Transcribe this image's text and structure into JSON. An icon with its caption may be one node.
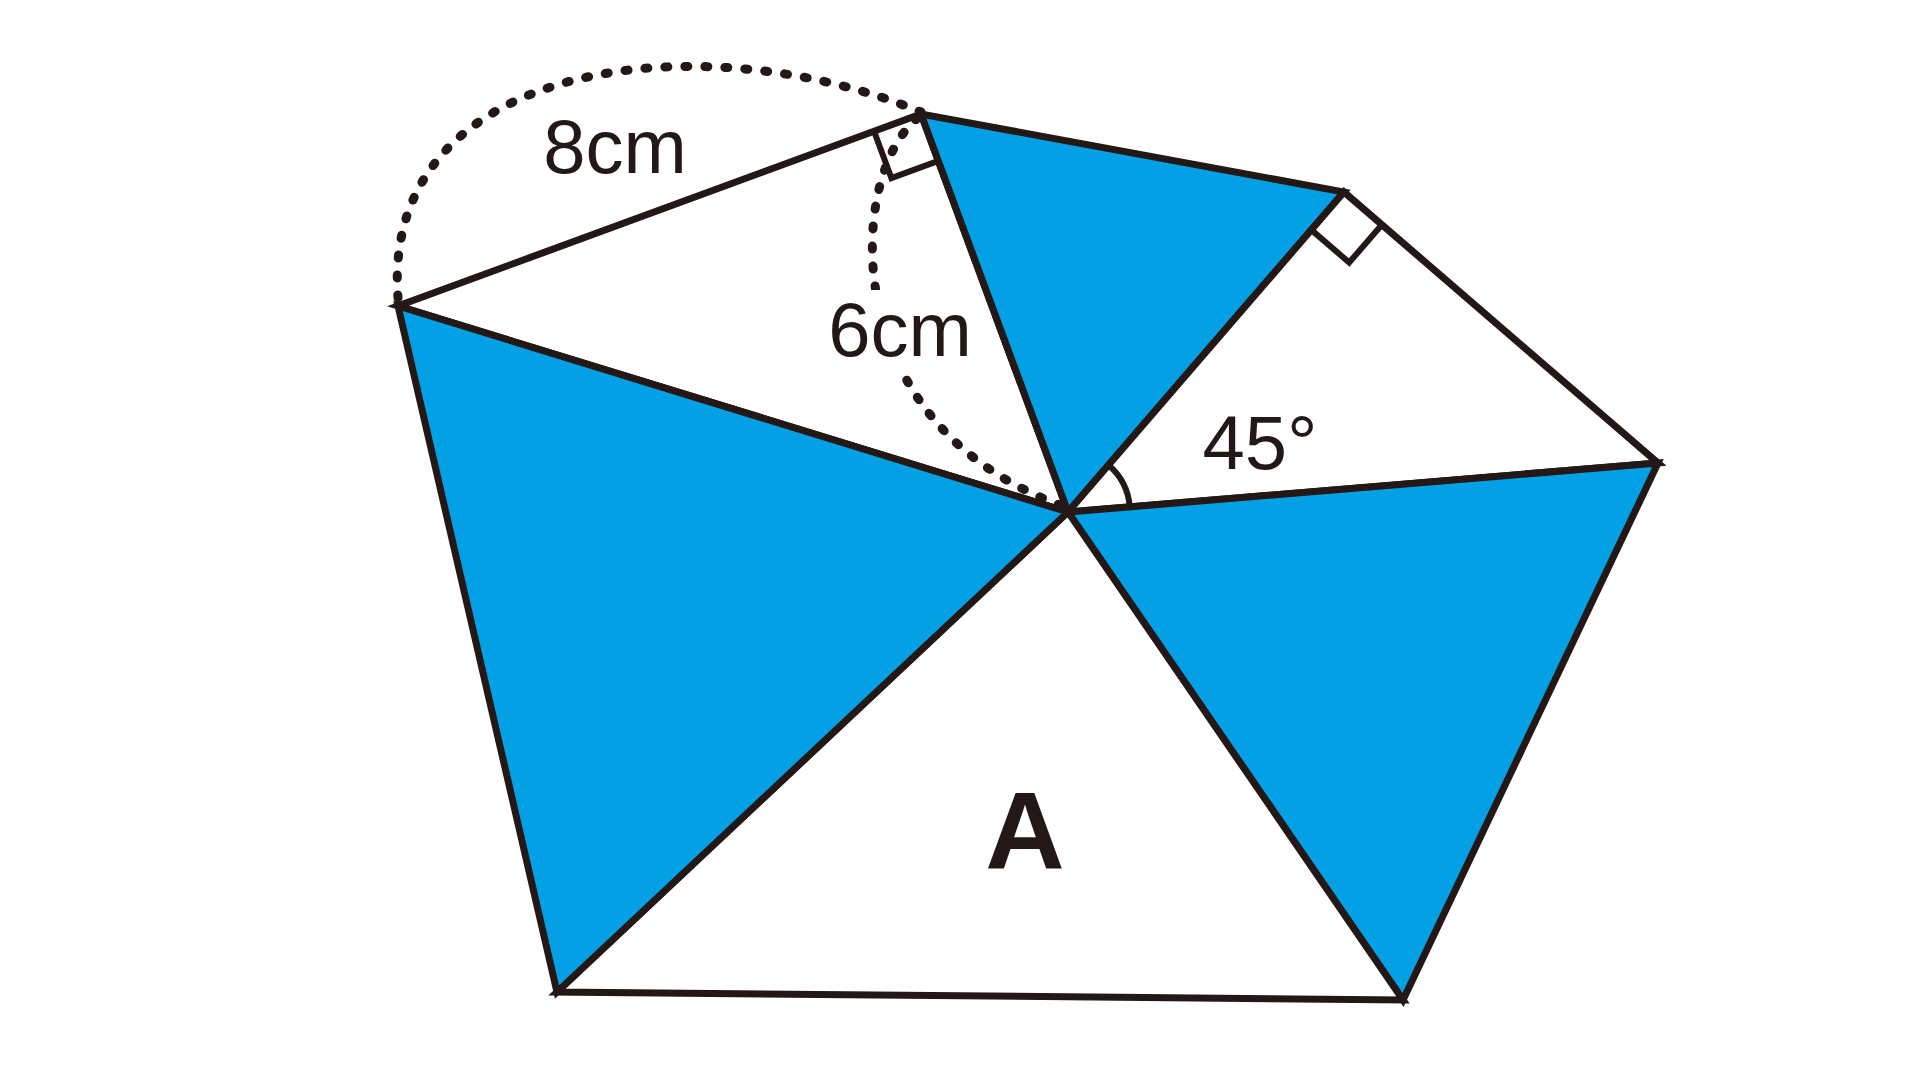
{
  "diagram": {
    "labels": [
      "8cm",
      "6cm",
      "45°",
      "A"
    ]
  }
}
